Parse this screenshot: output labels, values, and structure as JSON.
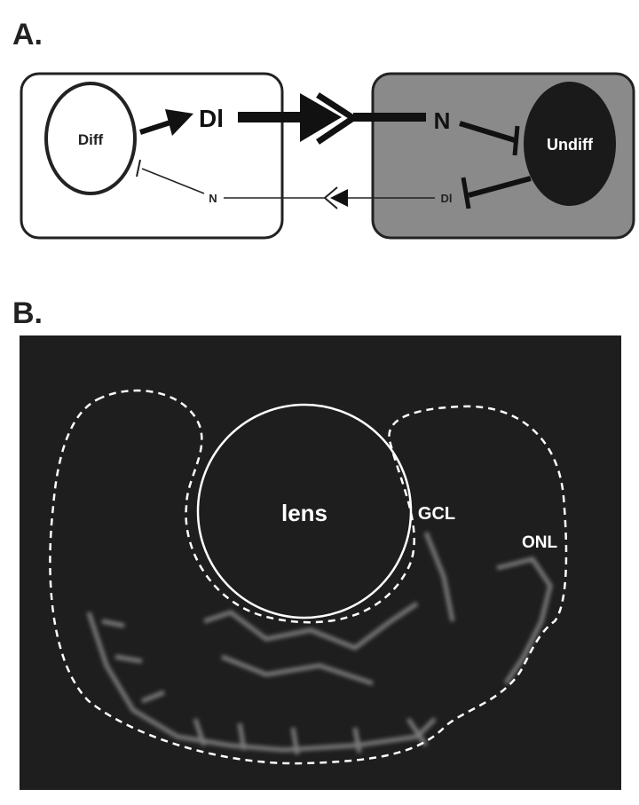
{
  "panel_a": {
    "label": "A.",
    "diff_cell": "Diff",
    "undiff_cell": "Undiff",
    "dl_strong": "Dl",
    "n_strong": "N",
    "n_weak": "N",
    "dl_weak": "Dl"
  },
  "panel_b": {
    "label": "B.",
    "lens": "lens",
    "gcl": "GCL",
    "onl": "ONL"
  },
  "colors": {
    "undiff_box": "#8a8a8a",
    "micrograph_bg": "#1e1e1e"
  }
}
